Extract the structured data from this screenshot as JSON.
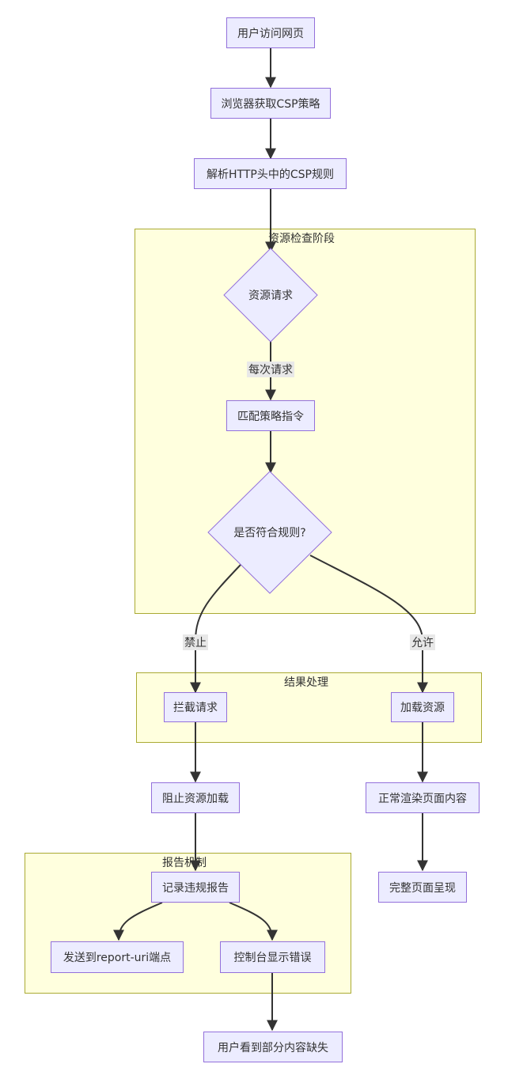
{
  "clusters": {
    "resource_check": "资源检查阶段",
    "result_handling": "结果处理",
    "report_mechanism": "报告机制"
  },
  "nodes": {
    "visit": "用户访问网页",
    "fetch_csp": "浏览器获取CSP策略",
    "parse_header": "解析HTTP头中的CSP规则",
    "resource_request": "资源请求",
    "match_directive": "匹配策略指令",
    "rule_check": "是否符合规则?",
    "block_request": "拦截请求",
    "load_resource": "加载资源",
    "prevent_load": "阻止资源加载",
    "render_normal": "正常渲染页面内容",
    "log_violation": "记录违规报告",
    "page_complete": "完整页面呈现",
    "send_report": "发送到report-uri端点",
    "console_error": "控制台显示错误",
    "content_missing": "用户看到部分内容缺失"
  },
  "edges": {
    "each_request": "每次请求",
    "forbid": "禁止",
    "allow": "允许"
  }
}
